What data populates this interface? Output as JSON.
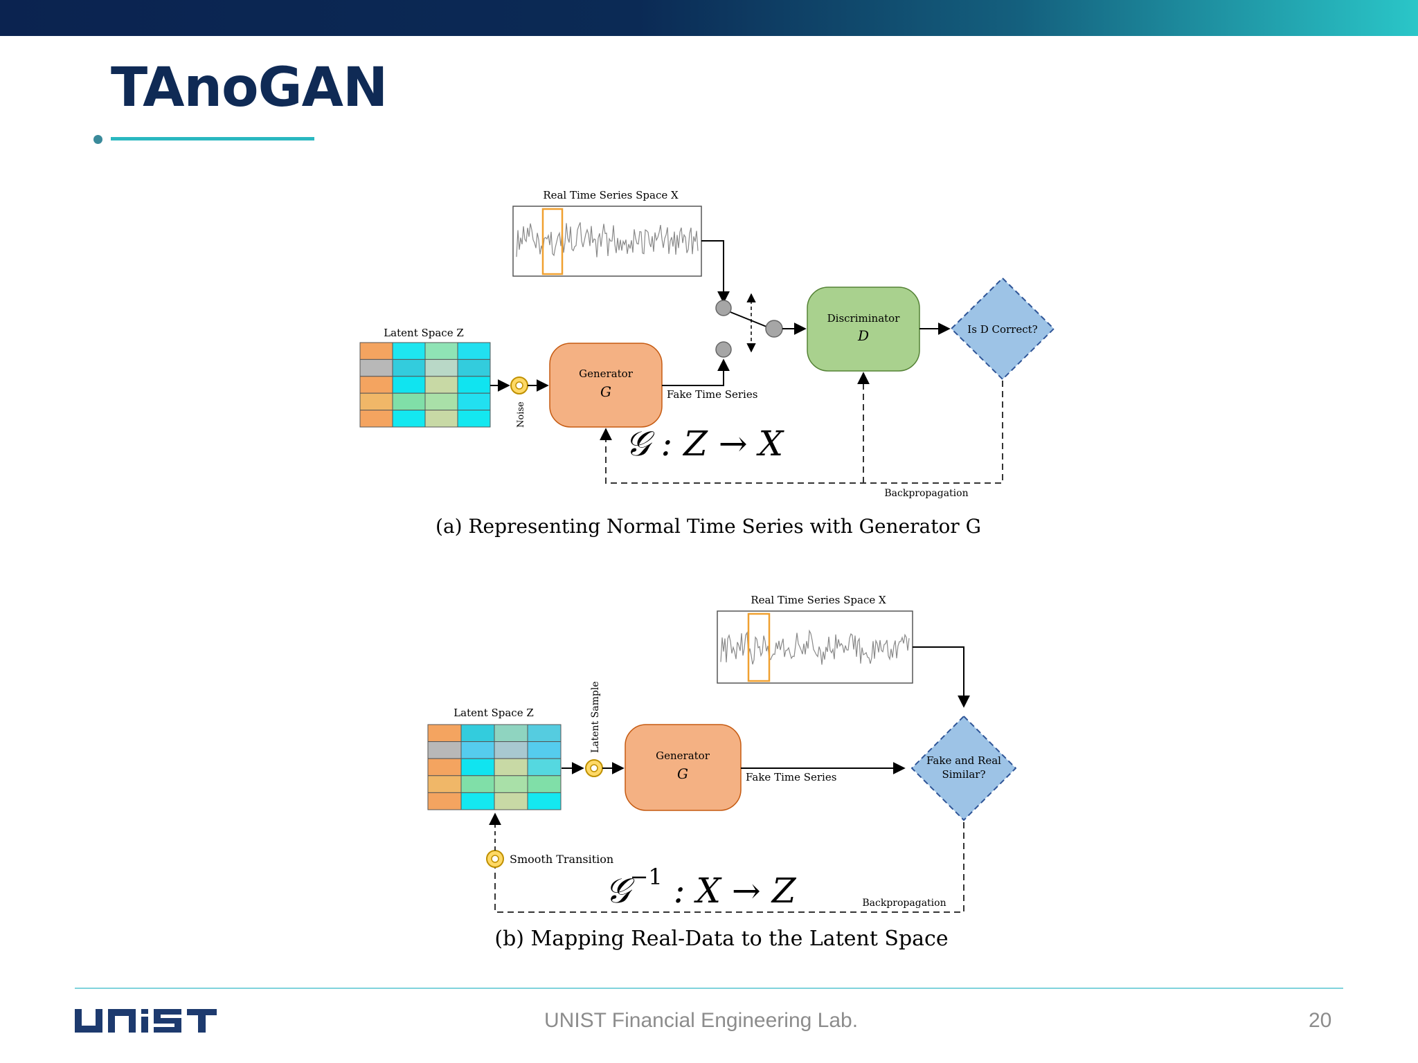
{
  "slide": {
    "title": "TAnoGAN",
    "page_number": "20",
    "footer_lab": "UNIST Financial Engineering Lab.",
    "logo_text": "UNIST"
  },
  "diagram_a": {
    "real_space_label": "Real Time Series Space X",
    "latent_label": "Latent Space Z",
    "noise_label": "Noise",
    "generator_label": "Generator",
    "generator_symbol": "G",
    "fake_label": "Fake Time Series",
    "discriminator_label": "Discriminator",
    "discriminator_symbol": "D",
    "decision_label": "Is D Correct?",
    "backprop_label": "Backpropagation",
    "formula": "𝒢 : Z → X",
    "caption": "(a) Representing Normal Time Series with Generator G"
  },
  "diagram_b": {
    "real_space_label": "Real Time Series Space X",
    "latent_label": "Latent Space Z",
    "latent_sample_label": "Latent Sample",
    "generator_label": "Generator",
    "generator_symbol": "G",
    "fake_label": "Fake Time Series",
    "decision_line1": "Fake and Real",
    "decision_line2": "Similar?",
    "smooth_label": "Smooth Transition",
    "backprop_label": "Backpropagation",
    "formula_main": "𝒢",
    "formula_sup": "−1",
    "formula_rest": " :  X → Z",
    "caption": "(b) Mapping Real-Data to the Latent Space"
  },
  "colors": {
    "generator_fill": "#f4b183",
    "discriminator_fill": "#a9d18e",
    "decision_fill": "#9dc3e6",
    "accent_cyan": "#2ab8c0",
    "title_navy": "#0f2a55"
  }
}
